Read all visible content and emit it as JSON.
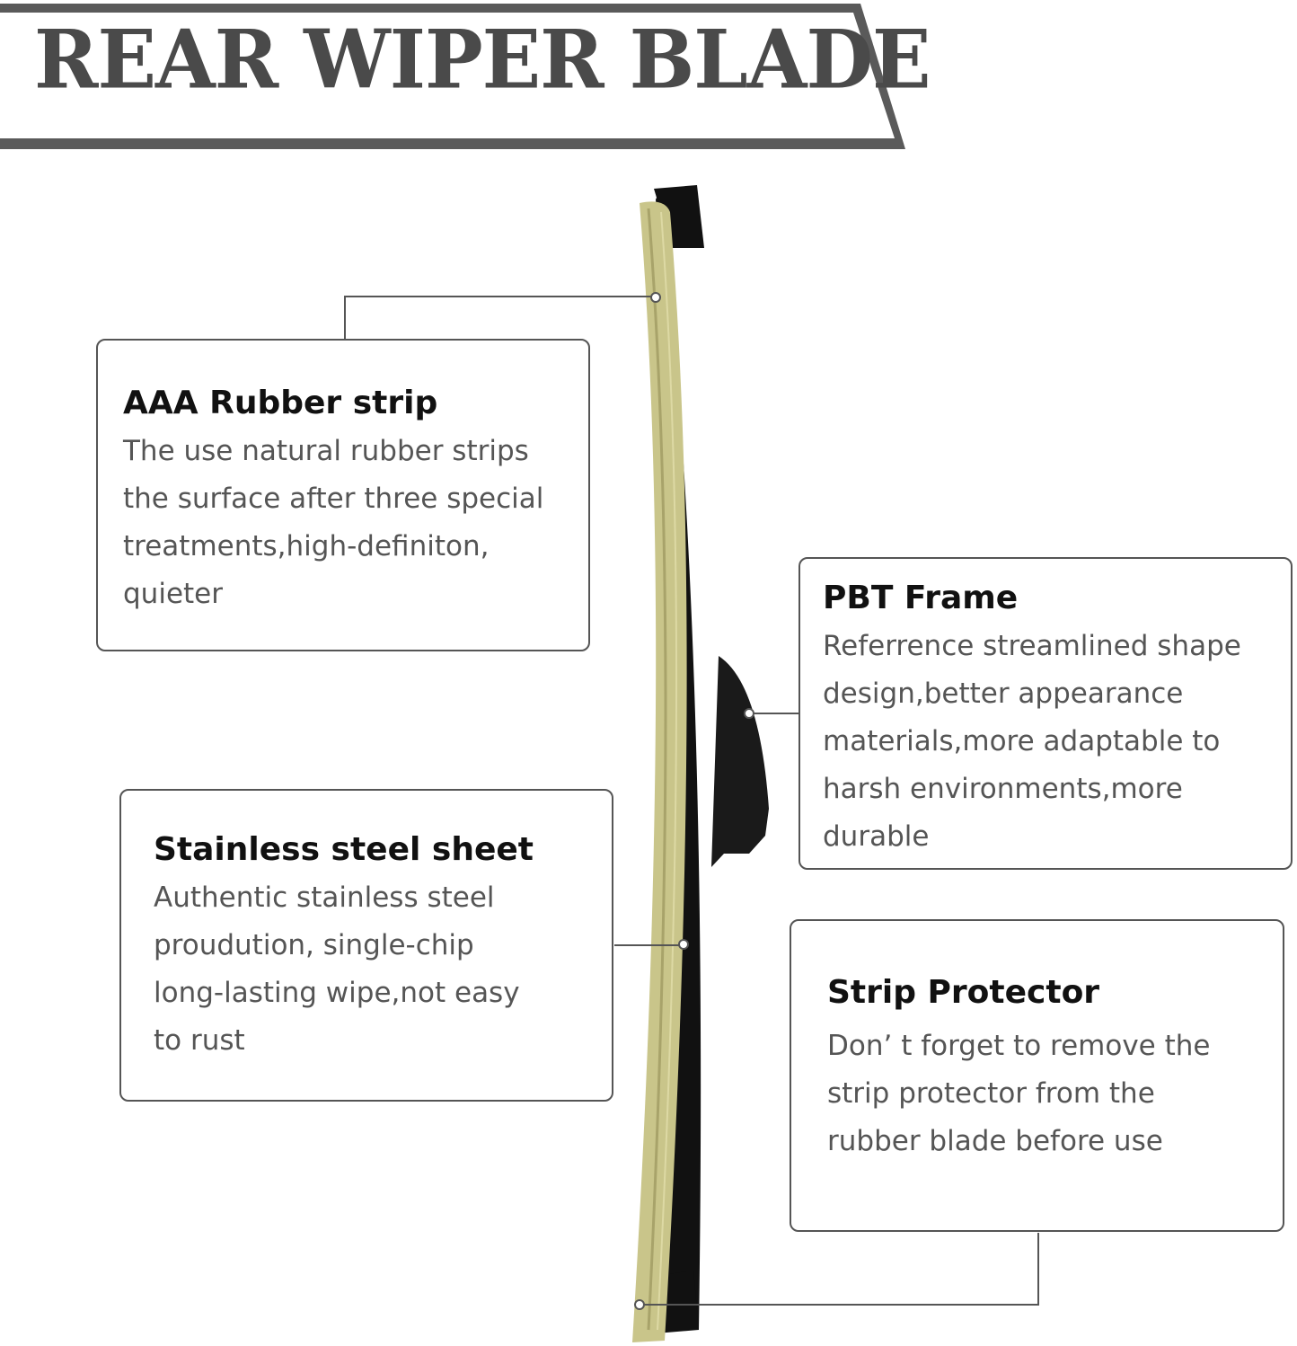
{
  "header": {
    "title": "REAR WIPER BLADE"
  },
  "callouts": [
    {
      "id": "rubber",
      "heading": "AAA Rubber strip",
      "lines": [
        "The use natural rubber strips",
        "the surface after three special",
        "treatments,high-definiton,",
        "quieter"
      ]
    },
    {
      "id": "frame",
      "heading": "PBT Frame",
      "lines": [
        "Referrence streamlined shape",
        "design,better appearance",
        "materials,more adaptable to",
        "harsh environments,more",
        "durable"
      ]
    },
    {
      "id": "steel",
      "heading": "Stainless steel sheet",
      "lines": [
        "Authentic stainless steel",
        "proudution, single-chip",
        "long-lasting wipe,not easy",
        "to rust"
      ]
    },
    {
      "id": "protector",
      "heading": "Strip Protector",
      "lines": [
        "Don’ t forget to remove the",
        "strip protector from the",
        "rubber  blade before use"
      ]
    }
  ],
  "colors": {
    "title": "#4a4a4a",
    "rubber": "#c9c58a",
    "frame": "#111111",
    "border": "#555555"
  }
}
